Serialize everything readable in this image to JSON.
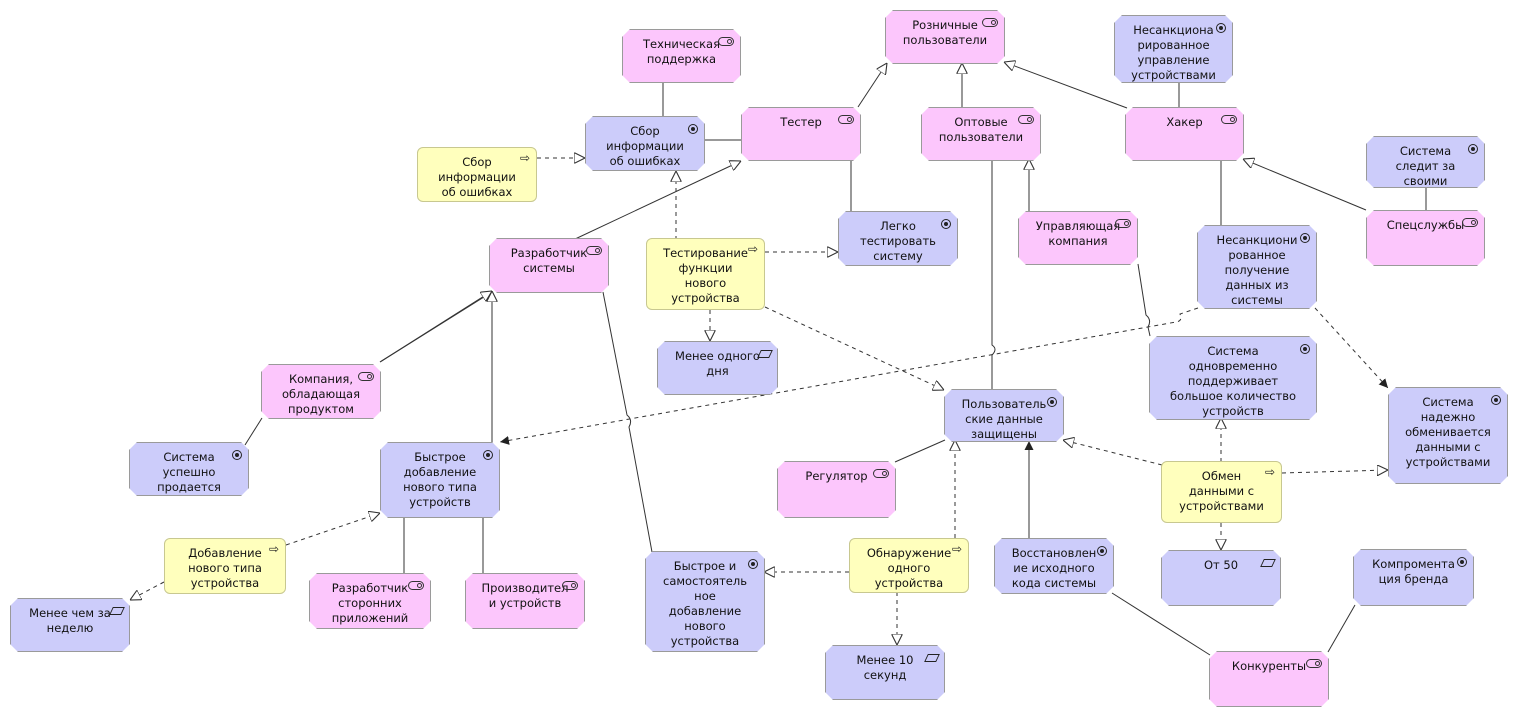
{
  "nodes": [
    {
      "id": "retail",
      "kind": "stake",
      "icon": "toggle-icon",
      "label": "Розничные\nпользователи"
    },
    {
      "id": "tech",
      "kind": "stake",
      "icon": "toggle-icon",
      "label": "Техническая\nподдержка"
    },
    {
      "id": "unauth_ctrl",
      "kind": "goal",
      "icon": "target-icon",
      "label": "Несанкциона\nрированное\nуправление\nустройствами"
    },
    {
      "id": "collect_goal",
      "kind": "goal",
      "icon": "target-icon",
      "label": "Сбор\nинформации\nоб ошибках"
    },
    {
      "id": "tester",
      "kind": "stake",
      "icon": "toggle-icon",
      "label": "Тестер"
    },
    {
      "id": "wholesale",
      "kind": "stake",
      "icon": "toggle-icon",
      "label": "Оптовые\nпользователи"
    },
    {
      "id": "hacker",
      "kind": "stake",
      "icon": "toggle-icon",
      "label": "Хакер"
    },
    {
      "id": "collect_req",
      "kind": "req",
      "icon": "arrow-icon",
      "label": "Сбор\nинформации\nоб ошибках"
    },
    {
      "id": "watch",
      "kind": "goal",
      "icon": "target-icon",
      "label": "Система\nследит за\nсвоими"
    },
    {
      "id": "easy_test",
      "kind": "goal",
      "icon": "target-icon",
      "label": "Легко\nтестировать\nсистему"
    },
    {
      "id": "dev",
      "kind": "stake",
      "icon": "toggle-icon",
      "label": "Разработчик\nсистемы"
    },
    {
      "id": "testing",
      "kind": "req",
      "icon": "arrow-icon",
      "label": "Тестирование\nфункции\nнового\nустройства"
    },
    {
      "id": "mgmt",
      "kind": "stake",
      "icon": "toggle-icon",
      "label": "Управляющая\nкомпания"
    },
    {
      "id": "unauth_data",
      "kind": "goal",
      "icon": "target-icon",
      "label": "Несанкциони\nрованное\nполучение\nданных из\nсистемы"
    },
    {
      "id": "special",
      "kind": "stake",
      "icon": "toggle-icon",
      "label": "Спецслужбы"
    },
    {
      "id": "lt_day",
      "kind": "val",
      "icon": "parallelogram-icon",
      "label": "Менее одного\nдня"
    },
    {
      "id": "simult",
      "kind": "goal",
      "icon": "target-icon",
      "label": "Система\nодновременно\nподдерживает\nбольшое количество\nустройств"
    },
    {
      "id": "company",
      "kind": "stake",
      "icon": "toggle-icon",
      "label": "Компания,\nобладающая\nпродуктом"
    },
    {
      "id": "protected",
      "kind": "goal",
      "icon": "target-icon",
      "label": "Пользователь\nские данные\nзащищены"
    },
    {
      "id": "reliable",
      "kind": "goal",
      "icon": "target-icon",
      "label": "Система\nнадежно\nобменивается\nданными с\nустройствами"
    },
    {
      "id": "sells",
      "kind": "goal",
      "icon": "target-icon",
      "label": "Система\nуспешно\nпродается"
    },
    {
      "id": "fast_add",
      "kind": "goal",
      "icon": "target-icon",
      "label": "Быстрое\nдобавление\nнового типа\nустройств"
    },
    {
      "id": "regulator",
      "kind": "stake",
      "icon": "toggle-icon",
      "label": "Регулятор"
    },
    {
      "id": "exchange",
      "kind": "req",
      "icon": "arrow-icon",
      "label": "Обмен\nданными с\nустройствами"
    },
    {
      "id": "add_type",
      "kind": "req",
      "icon": "arrow-icon",
      "label": "Добавление\nнового типа\nустройства"
    },
    {
      "id": "fast_self",
      "kind": "goal",
      "icon": "target-icon",
      "label": "Быстрое и\nсамостоятель\nное\nдобавление\nнового\nустройства"
    },
    {
      "id": "detect",
      "kind": "req",
      "icon": "arrow-icon",
      "label": "Обнаружение\nодного\nустройства"
    },
    {
      "id": "restore",
      "kind": "goal",
      "icon": "target-icon",
      "label": "Восстановлен\nие исходного\nкода системы"
    },
    {
      "id": "from50",
      "kind": "val",
      "icon": "parallelogram-icon",
      "label": "От 50"
    },
    {
      "id": "brand",
      "kind": "goal",
      "icon": "target-icon",
      "label": "Компромента\nция бренда"
    },
    {
      "id": "lt_week",
      "kind": "val",
      "icon": "parallelogram-icon",
      "label": "Менее чем за\nнеделю"
    },
    {
      "id": "third",
      "kind": "stake",
      "icon": "toggle-icon",
      "label": "Разработчик\nсторонних\nприложений"
    },
    {
      "id": "makers",
      "kind": "stake",
      "icon": "toggle-icon",
      "label": "Производител\nи устройств"
    },
    {
      "id": "lt10",
      "kind": "val",
      "icon": "parallelogram-icon",
      "label": "Менее 10\nсекунд"
    },
    {
      "id": "competitors",
      "kind": "stake",
      "icon": "toggle-icon",
      "label": "Конкуренты"
    }
  ]
}
